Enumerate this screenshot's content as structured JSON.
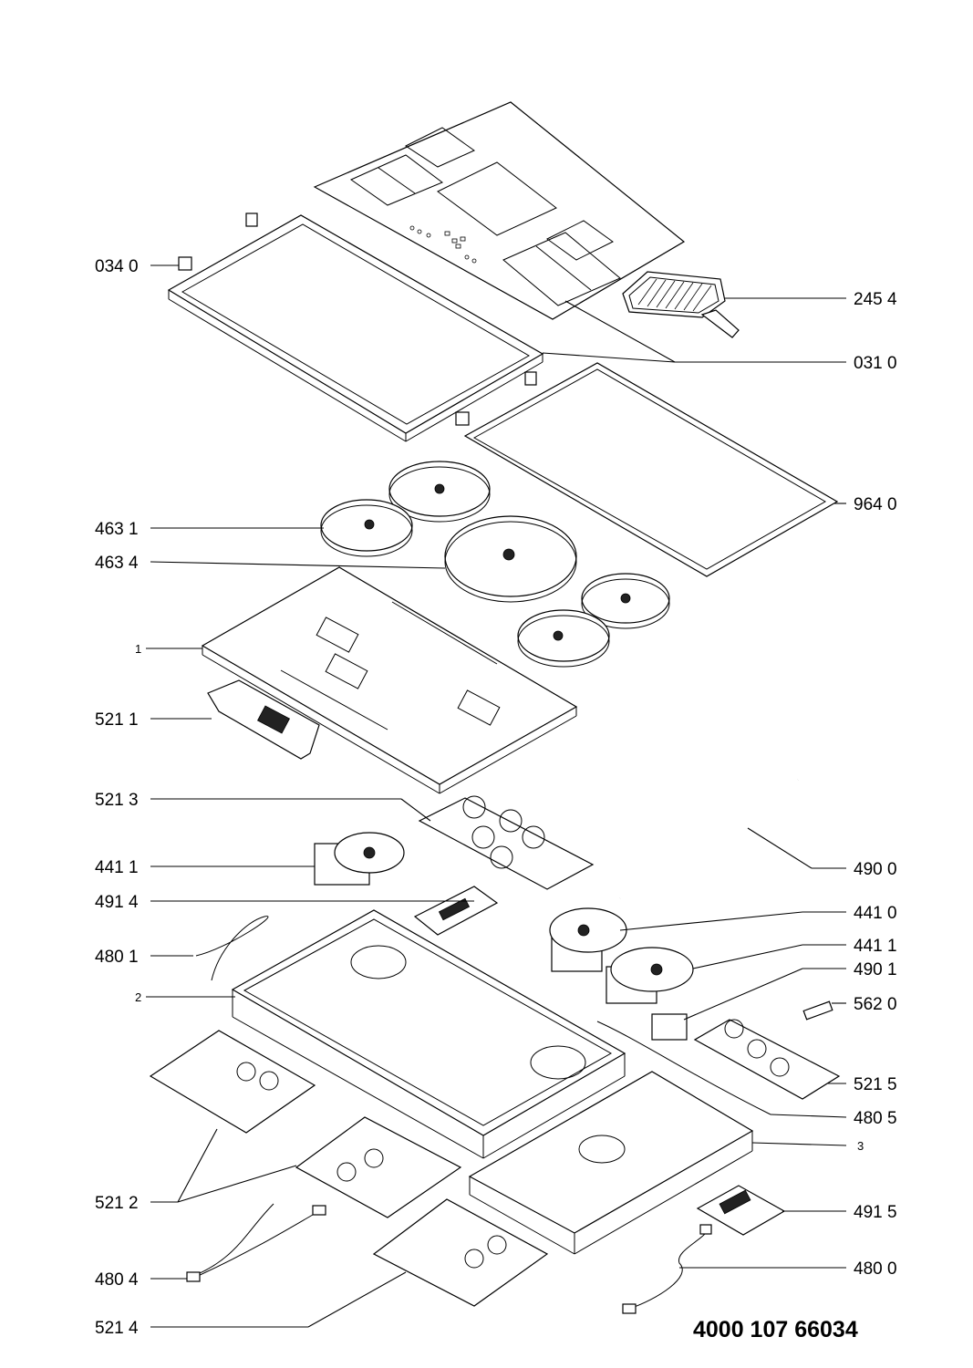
{
  "labels": {
    "p0340": "034 0",
    "p2454": "245 4",
    "p0310": "031 0",
    "p9640": "964 0",
    "p4631": "463 1",
    "p4634": "463 4",
    "p1": "1",
    "p5211": "521 1",
    "p5213": "521 3",
    "p4411a": "441 1",
    "p4914": "491 4",
    "p4900": "490 0",
    "p4410": "441 0",
    "p4801": "480 1",
    "p4411b": "441 1",
    "p4901": "490 1",
    "p2": "2",
    "p5620": "562 0",
    "p5215": "521 5",
    "p4805": "480 5",
    "p3": "3",
    "p5212": "521 2",
    "p4915": "491 5",
    "p4804": "480 4",
    "p4800": "480 0",
    "p5214": "521 4"
  },
  "drawing_code": "4000 107 66034"
}
